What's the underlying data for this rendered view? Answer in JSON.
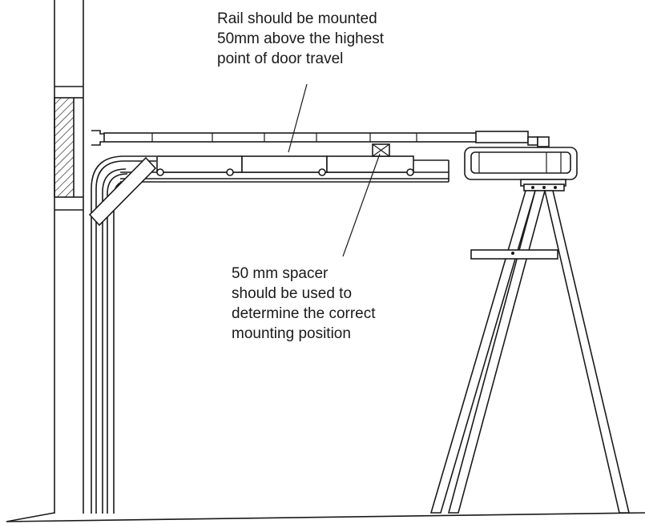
{
  "annotations": {
    "rail_height": {
      "lines": [
        "Rail should be mounted",
        "50mm above the highest",
        "point of door travel"
      ]
    },
    "spacer": {
      "lines": [
        "50 mm spacer",
        "should be used to",
        "determine the correct",
        "mounting position"
      ]
    }
  }
}
